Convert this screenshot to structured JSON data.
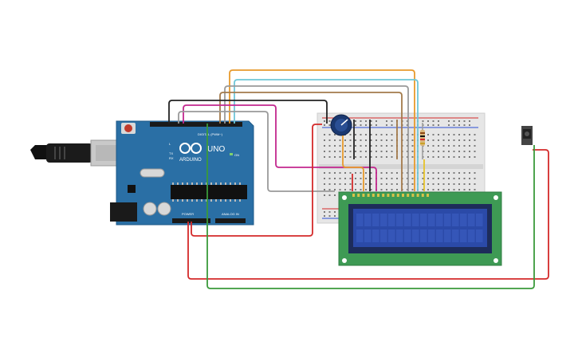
{
  "arduino": {
    "logo_text": "ARDUINO",
    "model": "UNO",
    "header_digital": "DIGITAL (PWM~)",
    "header_power": "POWER",
    "header_analog": "ANALOG IN",
    "on_label": "ON",
    "tx_label": "TX",
    "rx_label": "RX",
    "l_label": "L"
  },
  "colors": {
    "board": "#2a6fa5",
    "breadboard": "#e6e6e6",
    "lcd_pcb": "#3e9a54",
    "lcd_screen": "#2b4aa8",
    "wire_orange": "#e89a2c",
    "wire_cyan": "#6fc7d8",
    "wire_brown": "#a37a4b",
    "wire_gray": "#9a9a9a",
    "wire_black": "#222222",
    "wire_magenta": "#c2278e",
    "wire_red": "#d42a2a",
    "wire_green": "#3a9a3a",
    "wire_yellow": "#e6c22a"
  },
  "components": {
    "potentiometer": "potentiometer-icon",
    "pushbutton": "pushbutton-icon",
    "resistor": "resistor-icon",
    "usb": "usb-cable-icon",
    "lcd": "lcd-16x2-icon"
  }
}
